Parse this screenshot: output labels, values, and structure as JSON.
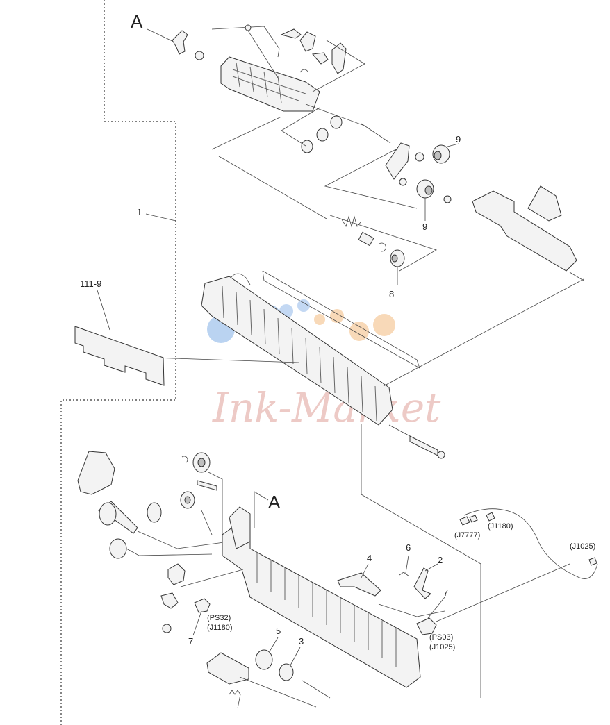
{
  "callouts": {
    "a_top": "A",
    "a_mid": "A",
    "n1": "1",
    "n111_9": "111-9",
    "n9_top": "9",
    "n9_bot": "9",
    "n8": "8",
    "n4": "4",
    "n6": "6",
    "n2": "2",
    "n7_right": "7",
    "n7_left": "7",
    "n5": "5",
    "n3": "3"
  },
  "connectors": {
    "j7777": "(J7777)",
    "j1180_top": "(J1180)",
    "j1025_top": "(J1025)",
    "ps32": "(PS32)",
    "j1180_left": "(J1180)",
    "ps03": "(PS03)",
    "j1025_right": "(J1025)"
  },
  "watermark": "Ink-Market",
  "colors": {
    "watermark_red": "#e7b9b3",
    "watermark_blue": "#a9c8ee",
    "watermark_orange": "#f6cfa6"
  }
}
